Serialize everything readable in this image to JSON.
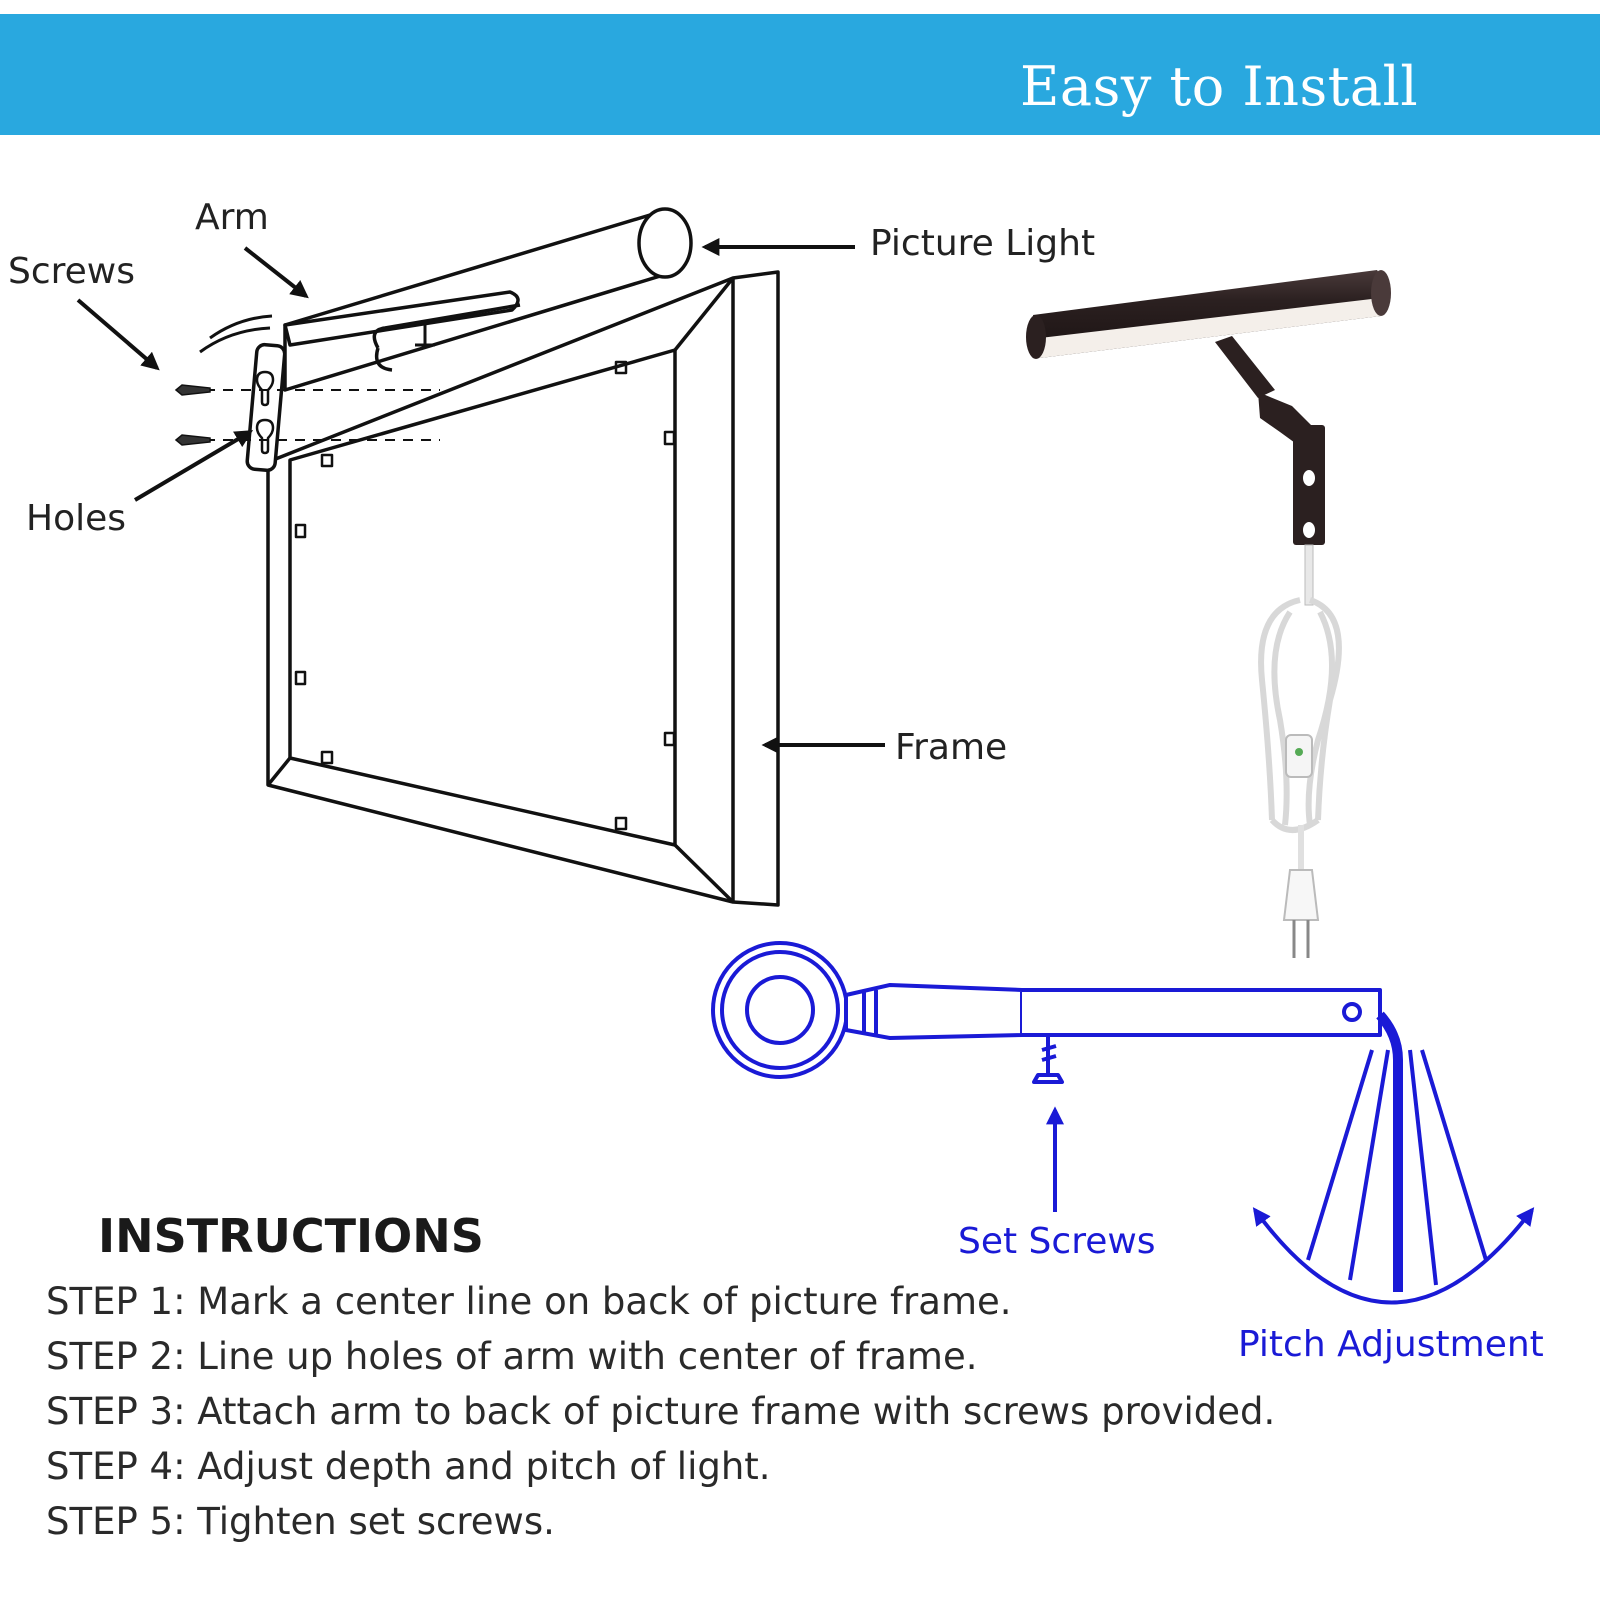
{
  "banner": {
    "title": "Easy to Install",
    "color": "#29a8df"
  },
  "diagram_labels": {
    "arm": "Arm",
    "screws": "Screws",
    "holes": "Holes",
    "picture_light": "Picture Light",
    "frame": "Frame",
    "set_screws": "Set Screws",
    "pitch_adjustment": "Pitch Adjustment"
  },
  "instructions": {
    "heading": "INSTRUCTIONS",
    "steps": [
      "STEP 1: Mark a center line on back of picture frame.",
      "STEP 2: Line up holes of arm with center of frame.",
      "STEP 3: Attach arm to back of picture frame with screws provided.",
      "STEP 4: Adjust depth and pitch of light.",
      "STEP 5: Tighten set screws."
    ]
  },
  "colors": {
    "line_art": "#111111",
    "blue_diagram": "#1a1ad6",
    "fixture_body": "#2b2020",
    "cord": "#f2f2f2"
  },
  "icons": [
    "arrow-icon",
    "screw-icon",
    "plug-icon",
    "arc-arrow-icon"
  ]
}
